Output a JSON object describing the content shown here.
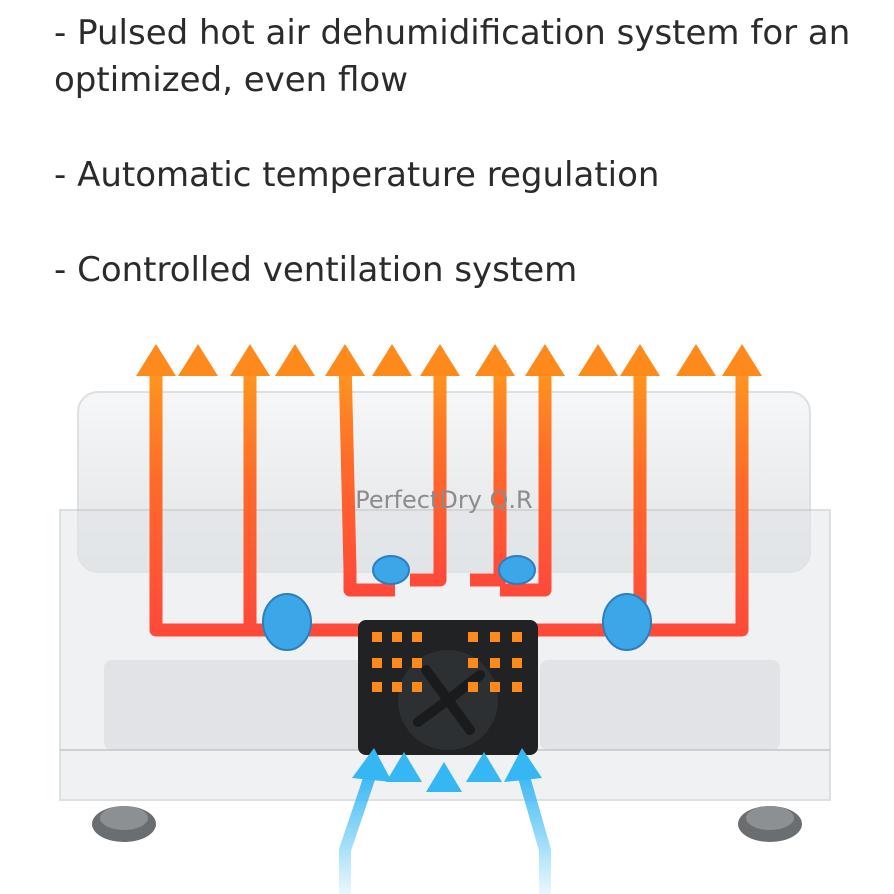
{
  "features": [
    "- Pulsed hot air dehumidification system for an optimized, even flow",
    "- Automatic temperature regulation",
    "- Controlled ventilation system"
  ],
  "device": {
    "brand_label": "PerfectDry Q.R"
  },
  "colors": {
    "hot_air_orange": "#ff8a1c",
    "hot_air_red": "#ff4a3a",
    "cool_air_blue": "#35b7f3",
    "housing_gray": "#d9dde0",
    "text": "#2b2b2b"
  },
  "icons": [
    "hot-air-arrow-icon",
    "cool-air-arrow-icon",
    "fan-icon",
    "heater-grid-icon"
  ]
}
